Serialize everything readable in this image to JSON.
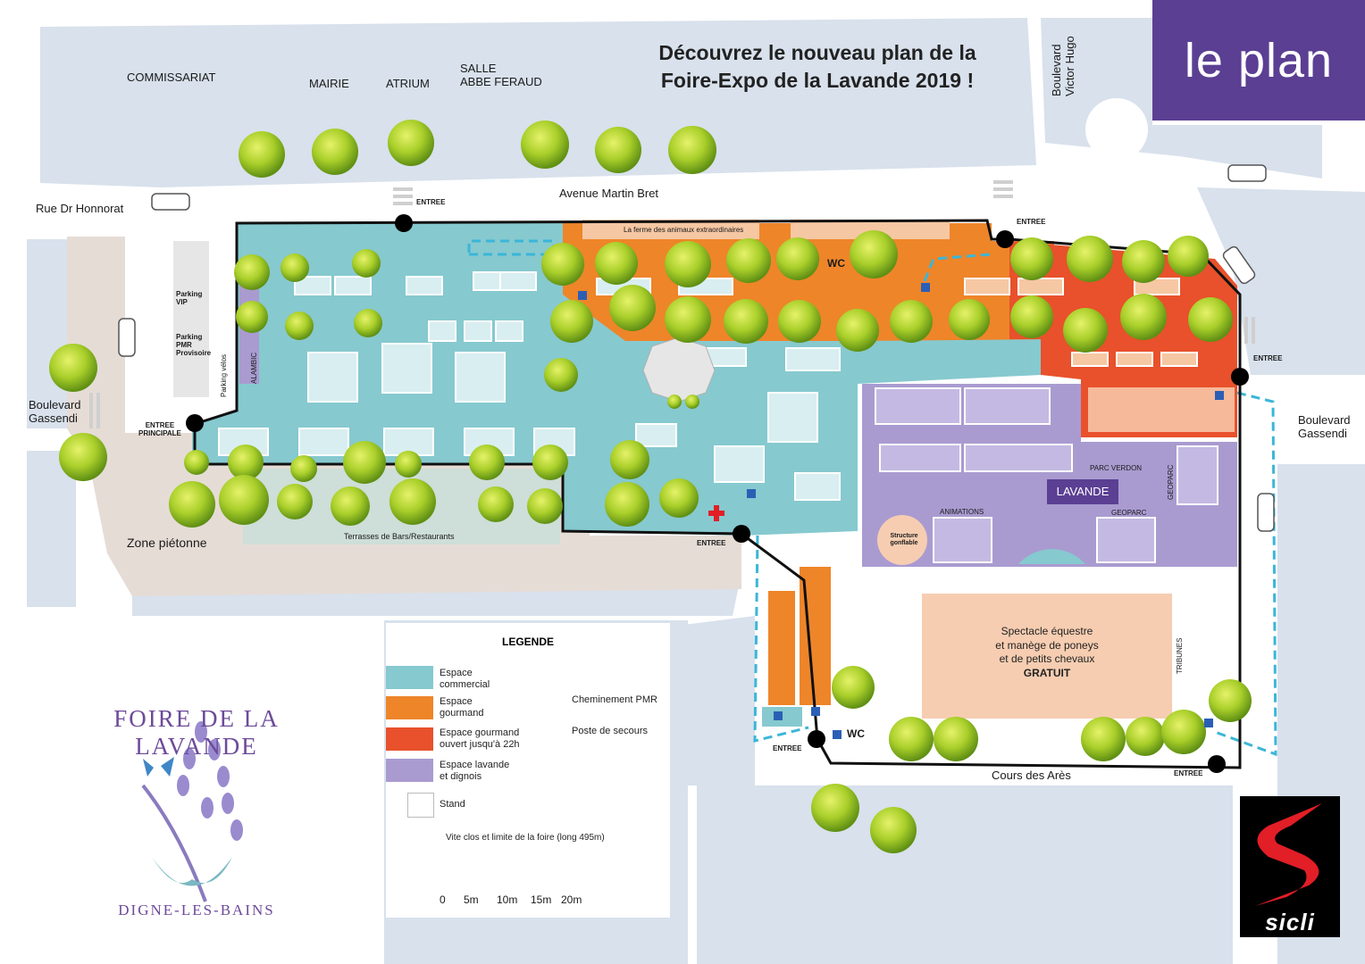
{
  "badge": "le plan",
  "headline": {
    "line1": "Découvrez le nouveau plan de la",
    "line2": "Foire-Expo de la Lavande 2019 !"
  },
  "buildings": {
    "commissariat": "COMMISSARIAT",
    "mairie": "MAIRIE",
    "atrium": "ATRIUM",
    "salle_line1": "SALLE",
    "salle_line2": "ABBE FERAUD"
  },
  "streets": {
    "rue_honnorat": "Rue Dr Honnorat",
    "avenue_martin_bret": "Avenue Martin Bret",
    "bd_victor_hugo_1": "Boulevard",
    "bd_victor_hugo_2": "Victor Hugo",
    "bd_gassendi_left_1": "Boulevard",
    "bd_gassendi_left_2": "Gassendi",
    "bd_gassendi_right_1": "Boulevard",
    "bd_gassendi_right_2": "Gassendi",
    "zone_pietonne": "Zone piétonne",
    "cours_des_ares": "Cours des Arès"
  },
  "entrances": {
    "top_left": "ENTREE",
    "top_right": "ENTREE",
    "principale_1": "ENTREE",
    "principale_2": "PRINCIPALE",
    "right": "ENTREE",
    "center": "ENTREE",
    "bottom_left": "ENTREE",
    "bottom_right": "ENTREE"
  },
  "labels": {
    "ferme": "La ferme des animaux extraordinaires",
    "wc_top": "WC",
    "wc_bottom": "WC",
    "parking_vip_1": "Parking",
    "parking_vip_2": "VIP",
    "parking_pmr_1": "Parking",
    "parking_pmr_2": "PMR",
    "parking_pmr_3": "Provisoire",
    "parking_velos": "Parking vélos",
    "alambic": "ALAMBIC",
    "terrasses": "Terrasses de Bars/Restaurants",
    "parc_verdon": "PARC VERDON",
    "geoparc_vertical": "GEOPARC",
    "geoparc": "GEOPARC",
    "lavande": "LAVANDE",
    "animations": "ANIMATIONS",
    "structure_1": "Structure",
    "structure_2": "gonflable",
    "spectacle_1": "Spectacle équestre",
    "spectacle_2": "et manège de poneys",
    "spectacle_3": "et de petits chevaux",
    "spectacle_4": "GRATUIT",
    "tribunes": "TRIBUNES"
  },
  "legend": {
    "title": "LEGENDE",
    "items": [
      {
        "line1": "Espace",
        "line2": "commercial",
        "color": "#86c9cf"
      },
      {
        "line1": "Espace",
        "line2": "gourmand",
        "color": "#ee8529"
      },
      {
        "line1": "Espace gourmand",
        "line2": "ouvert jusqu'à 22h",
        "color": "#e8512b"
      },
      {
        "line1": "Espace lavande",
        "line2": "et dignois",
        "color": "#a99bd0"
      },
      {
        "line1": "Stand",
        "line2": "",
        "color": "#ffffff"
      }
    ],
    "pmr": "Cheminement PMR",
    "secours": "Poste de secours",
    "limit": "Vite clos et limite de la foire (long 495m)"
  },
  "scale": {
    "t0": "0",
    "t1": "5m",
    "t2": "10m",
    "t3": "15m",
    "t4": "20m"
  },
  "logo": {
    "arc_top": "FOIRE DE LA LAVANDE",
    "arc_bottom": "DIGNE-LES-BAINS"
  },
  "brand": {
    "name": "sicli"
  },
  "colors": {
    "commercial": "#86c9cf",
    "gourmand": "#ee8529",
    "gourmand_22h": "#e8512b",
    "lavande": "#a99bd0",
    "badge": "#5b3f93",
    "pmr_path": "#3bb6d8",
    "road": "#d8e1ec"
  }
}
